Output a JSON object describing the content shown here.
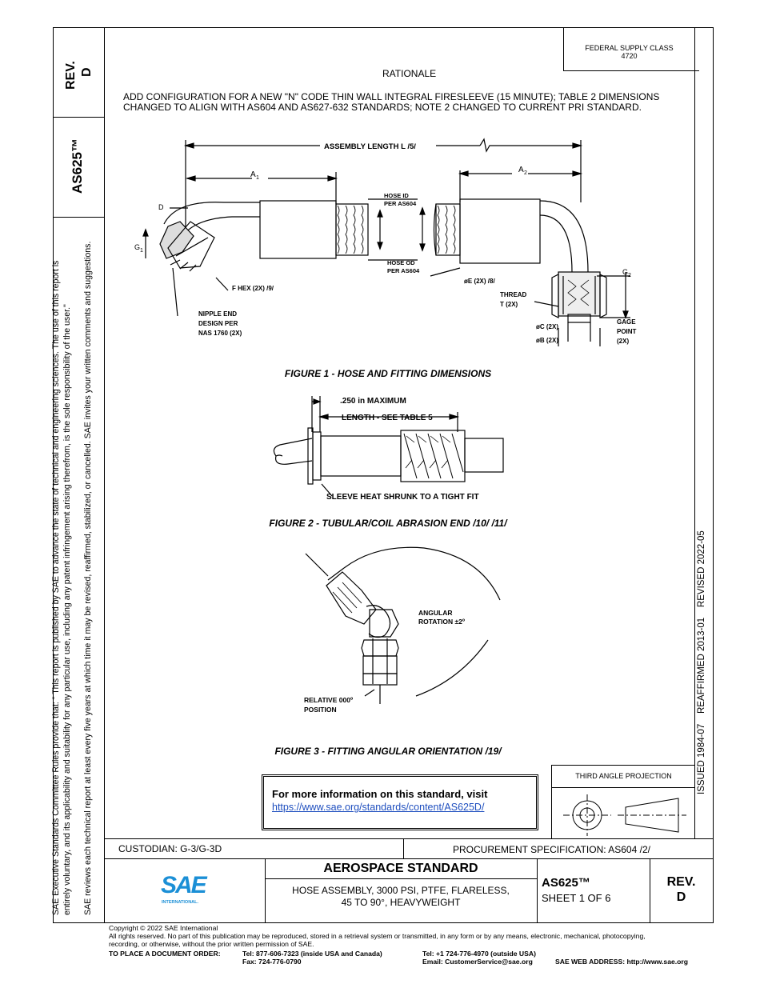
{
  "left_strip": {
    "rev_label": "REV.",
    "rev_value": "D",
    "doc_number": "AS625™",
    "notice_line1": "SAE Executive Standards Committee Rules provide that: \"  This report is published by SAE to advance the state of technical and engineering sciences. The use of this report is",
    "notice_line2": "entirely voluntary, and its applicability and suitability for any particular use, including any patent infringement arising therefrom, is the sole responsibility of the user.\"",
    "notice_line3": "SAE reviews each technical report at least every five years at which time it may be revised, reaffirmed, stabilized, or cancelled. SAE invites your written comments and suggestions."
  },
  "right_strip": {
    "history": "ISSUED 1984-07    REAFFIRMED 2013-01    REVISED 2022-05"
  },
  "header": {
    "fsc_label": "FEDERAL SUPPLY CLASS",
    "fsc_value": "4720"
  },
  "rationale": {
    "title": "RATIONALE",
    "line1": "ADD CONFIGURATION FOR A NEW \"N\" CODE THIN WALL INTEGRAL FIRESLEEVE (15 MINUTE); TABLE 2 DIMENSIONS",
    "line2": "CHANGED TO ALIGN WITH AS604 AND AS627-632 STANDARDS; NOTE 2 CHANGED TO CURRENT PRI STANDARD."
  },
  "figure1": {
    "caption": "FIGURE 1 - HOSE AND FITTING DIMENSIONS",
    "labels": {
      "assembly_length": "ASSEMBLY LENGTH L  /5/",
      "a1": "A",
      "a1_sub": "1",
      "a2": "A",
      "a2_sub": "2",
      "d": "D",
      "g1": "G",
      "g1_sub": "1",
      "g2": "G",
      "g2_sub": "2",
      "hose_id_1": "HOSE ID",
      "hose_id_2": "PER AS604",
      "hose_od_1": "HOSE OD",
      "hose_od_2": "PER AS604",
      "f_hex": "F HEX (2X) /9/",
      "nipple_1": "NIPPLE END",
      "nipple_2": "DESIGN PER",
      "nipple_3": "NAS 1760 (2X)",
      "e_dia": "øE (2X) /8/",
      "thread_1": "THREAD",
      "thread_2": "T (2X)",
      "c_dia": "øC (2X)",
      "b_dia": "øB (2X)",
      "gage_1": "GAGE",
      "gage_2": "POINT",
      "gage_3": "(2X)"
    }
  },
  "figure2": {
    "caption": "FIGURE 2 - TUBULAR/COIL ABRASION END /10/ /11/",
    "labels": {
      "max": ".250 in MAXIMUM",
      "length": "LENGTH - SEE TABLE 5",
      "sleeve": "SLEEVE HEAT SHRUNK TO A TIGHT FIT"
    }
  },
  "figure3": {
    "caption": "FIGURE 3 - FITTING ANGULAR ORIENTATION /19/",
    "labels": {
      "angular_1": "ANGULAR",
      "angular_2": "ROTATION ±2º",
      "relative_1": "RELATIVE 000º",
      "relative_2": "POSITION"
    }
  },
  "info_box": {
    "text": "For more information on this standard, visit",
    "url": "https://www.sae.org/standards/content/AS625D/"
  },
  "projection": {
    "label": "THIRD ANGLE PROJECTION"
  },
  "title_block": {
    "custodian": "CUSTODIAN: G-3/G-3D",
    "procurement": "PROCUREMENT SPECIFICATION: AS604 /2/",
    "logo_text": "SAE",
    "logo_sub": "INTERNATIONAL.",
    "standard_type": "AEROSPACE STANDARD",
    "title_line1": "HOSE ASSEMBLY, 3000 PSI, PTFE, FLARELESS,",
    "title_line2": "45 TO 90°, HEAVYWEIGHT",
    "doc_number": "AS625™",
    "sheet": "SHEET 1 OF 6",
    "rev_label": "REV.",
    "rev_value": "D"
  },
  "footer": {
    "copyright": "Copyright © 2022 SAE International",
    "rights1": "All rights reserved. No part of this publication may be reproduced, stored in a retrieval system or transmitted, in any form or by any means, electronic, mechanical, photocopying,",
    "rights2": "recording, or otherwise, without the prior written permission of SAE.",
    "order_label": "TO PLACE A DOCUMENT ORDER:",
    "tel_usa": "Tel: 877-606-7323 (inside USA and Canada)",
    "fax": "Fax: 724-776-0790",
    "tel_outside": "Tel: +1 724-776-4970 (outside USA)",
    "email": "Email: CustomerService@sae.org",
    "web": "SAE WEB ADDRESS: http://www.sae.org"
  }
}
